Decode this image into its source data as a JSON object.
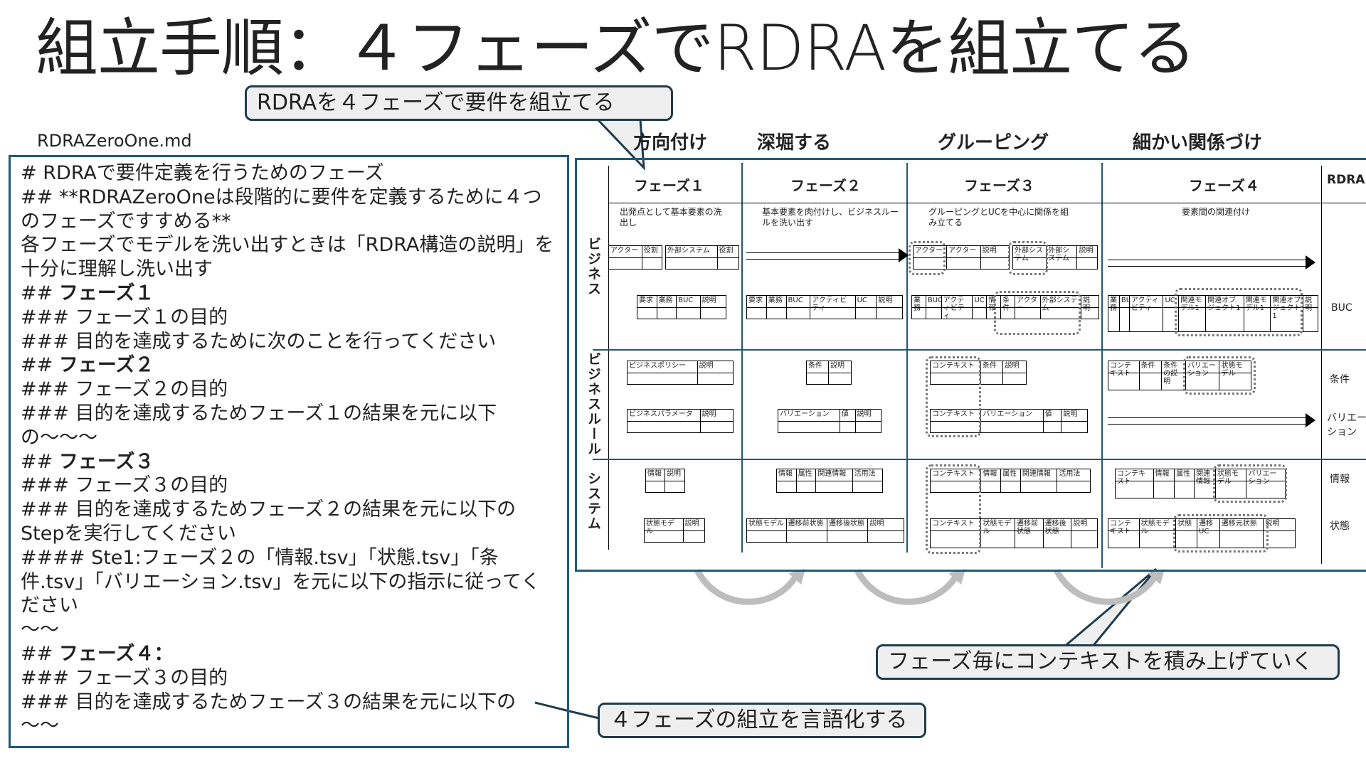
{
  "title": "組立手順：４フェーズでRDRAを組立てる",
  "callouts": {
    "top": "RDRAを４フェーズで要件を組立てる",
    "context": "フェーズ毎にコンテキストを積み上げていく",
    "verbal": "４フェーズの組立を言語化する"
  },
  "filename": "RDRAZeroOne.md",
  "md": {
    "l01": "# RDRAで要件定義を行うためのフェーズ",
    "l02": "## **RDRAZeroOneは段階的に要件を定義するために４つのフェーズですすめる**",
    "l03": "各フェーズでモデルを洗い出すときは「RDRA構造の説明」を十分に理解し洗い出す",
    "l04_prefix": "## ",
    "l04_bold": "フェーズ１",
    "l05": "### フェーズ１の目的",
    "l06": "### 目的を達成するために次のことを行ってください",
    "l07_prefix": "## ",
    "l07_bold": "フェーズ２",
    "l08": "### フェーズ２の目的",
    "l09": "### 目的を達成するためフェーズ１の結果を元に以下の〜〜〜",
    "l10_prefix": "## ",
    "l10_bold": "フェーズ３",
    "l11": "### フェーズ３の目的",
    "l12": "### 目的を達成するためフェーズ２の結果を元に以下のStepを実行してください",
    "l13": "#### Ste1:フェーズ２の「情報.tsv」「状態.tsv」「条件.tsv」「バリエーション.tsv」を元に以下の指示に従ってください",
    "l14": "〜〜",
    "l15_prefix": "## ",
    "l15_bold": "フェーズ４：",
    "l16": "### フェーズ３の目的",
    "l17": "### 目的を達成するためフェーズ３の結果を元に以下の",
    "l18": "〜〜"
  },
  "phase_heads": [
    "方向付け",
    "深堀する",
    "グルーピング",
    "細かい関係づけ"
  ],
  "diagram": {
    "phases": [
      "フェーズ１",
      "フェーズ２",
      "フェーズ３",
      "フェーズ４"
    ],
    "rdra": "RDRA",
    "rows": [
      "ビジネス",
      "ビジネスルール",
      "システム"
    ],
    "right_labels": [
      "BUC",
      "条件",
      "バリエーション",
      "情報",
      "状態"
    ],
    "notes": [
      "出発点として基本要素の洗出し",
      "基本要素を肉付けし、ビジネスルールを洗い出す",
      "グルーピングとUCを中心に関係を組み立てる",
      "要素間の関連付け"
    ],
    "tables": {
      "p1_actor": [
        "アクター",
        "役割"
      ],
      "p1_ext": [
        "外部システム",
        "役割"
      ],
      "p1_buc": [
        "要求",
        "業務",
        "BUC",
        "説明"
      ],
      "p1_policy": [
        "ビジネスポリシー",
        "説明"
      ],
      "p1_param": [
        "ビジネスパラメータ",
        "説明"
      ],
      "p1_info": [
        "情報",
        "説明"
      ],
      "p1_state": [
        "状態モデル",
        "説明"
      ],
      "p2_buc": [
        "要求",
        "業務",
        "BUC",
        "アクティビティ",
        "UC",
        "説明"
      ],
      "p2_cond": [
        "条件",
        "説明"
      ],
      "p2_var": [
        "バリエーション",
        "値",
        "説明"
      ],
      "p2_info": [
        "情報",
        "属性",
        "関連情報",
        "活用法"
      ],
      "p2_state": [
        "状態モデル",
        "遷移前状態",
        "遷移後状態",
        "説明"
      ],
      "p3_actor": [
        "アクター",
        "アクター",
        "説明"
      ],
      "p3_ext": [
        "外部システム",
        "外部システム",
        "説明"
      ],
      "p3_buc": [
        "業務",
        "BUC",
        "アクティビティ",
        "UC",
        "情報",
        "条件",
        "アクター",
        "外部システム",
        "説明"
      ],
      "p3_ctx_cond": [
        "コンテキスト",
        "条件",
        "説明"
      ],
      "p3_ctx_var": [
        "コンテキスト",
        "バリエーション",
        "値",
        "説明"
      ],
      "p3_ctx_info": [
        "コンテキスト",
        "情報",
        "属性",
        "関連情報",
        "活用法"
      ],
      "p3_ctx_state": [
        "コンテキスト",
        "状態モデル",
        "遷移前状態",
        "遷移後状態",
        "説明"
      ],
      "p4_buc": [
        "業務",
        "BUC",
        "アクティビティ",
        "UC",
        "関連モデル1",
        "関連オブジェクト1",
        "関連モデル1",
        "関連オブジェクト1",
        "説明"
      ],
      "p4_cond": [
        "コンテキスト",
        "条件",
        "条件の説明",
        "バリエーション",
        "状態モデル"
      ],
      "p4_info": [
        "コンテキスト",
        "情報",
        "属性",
        "関連情報",
        "状態モデル",
        "バリエーション"
      ],
      "p4_state": [
        "コンテキスト",
        "状態モデル",
        "状態",
        "遷移UC",
        "遷移元状態",
        "説明"
      ]
    }
  },
  "colors": {
    "border": "#1f5a78",
    "callout_bg": "#efefef",
    "callout_border": "#1f3c4e"
  }
}
